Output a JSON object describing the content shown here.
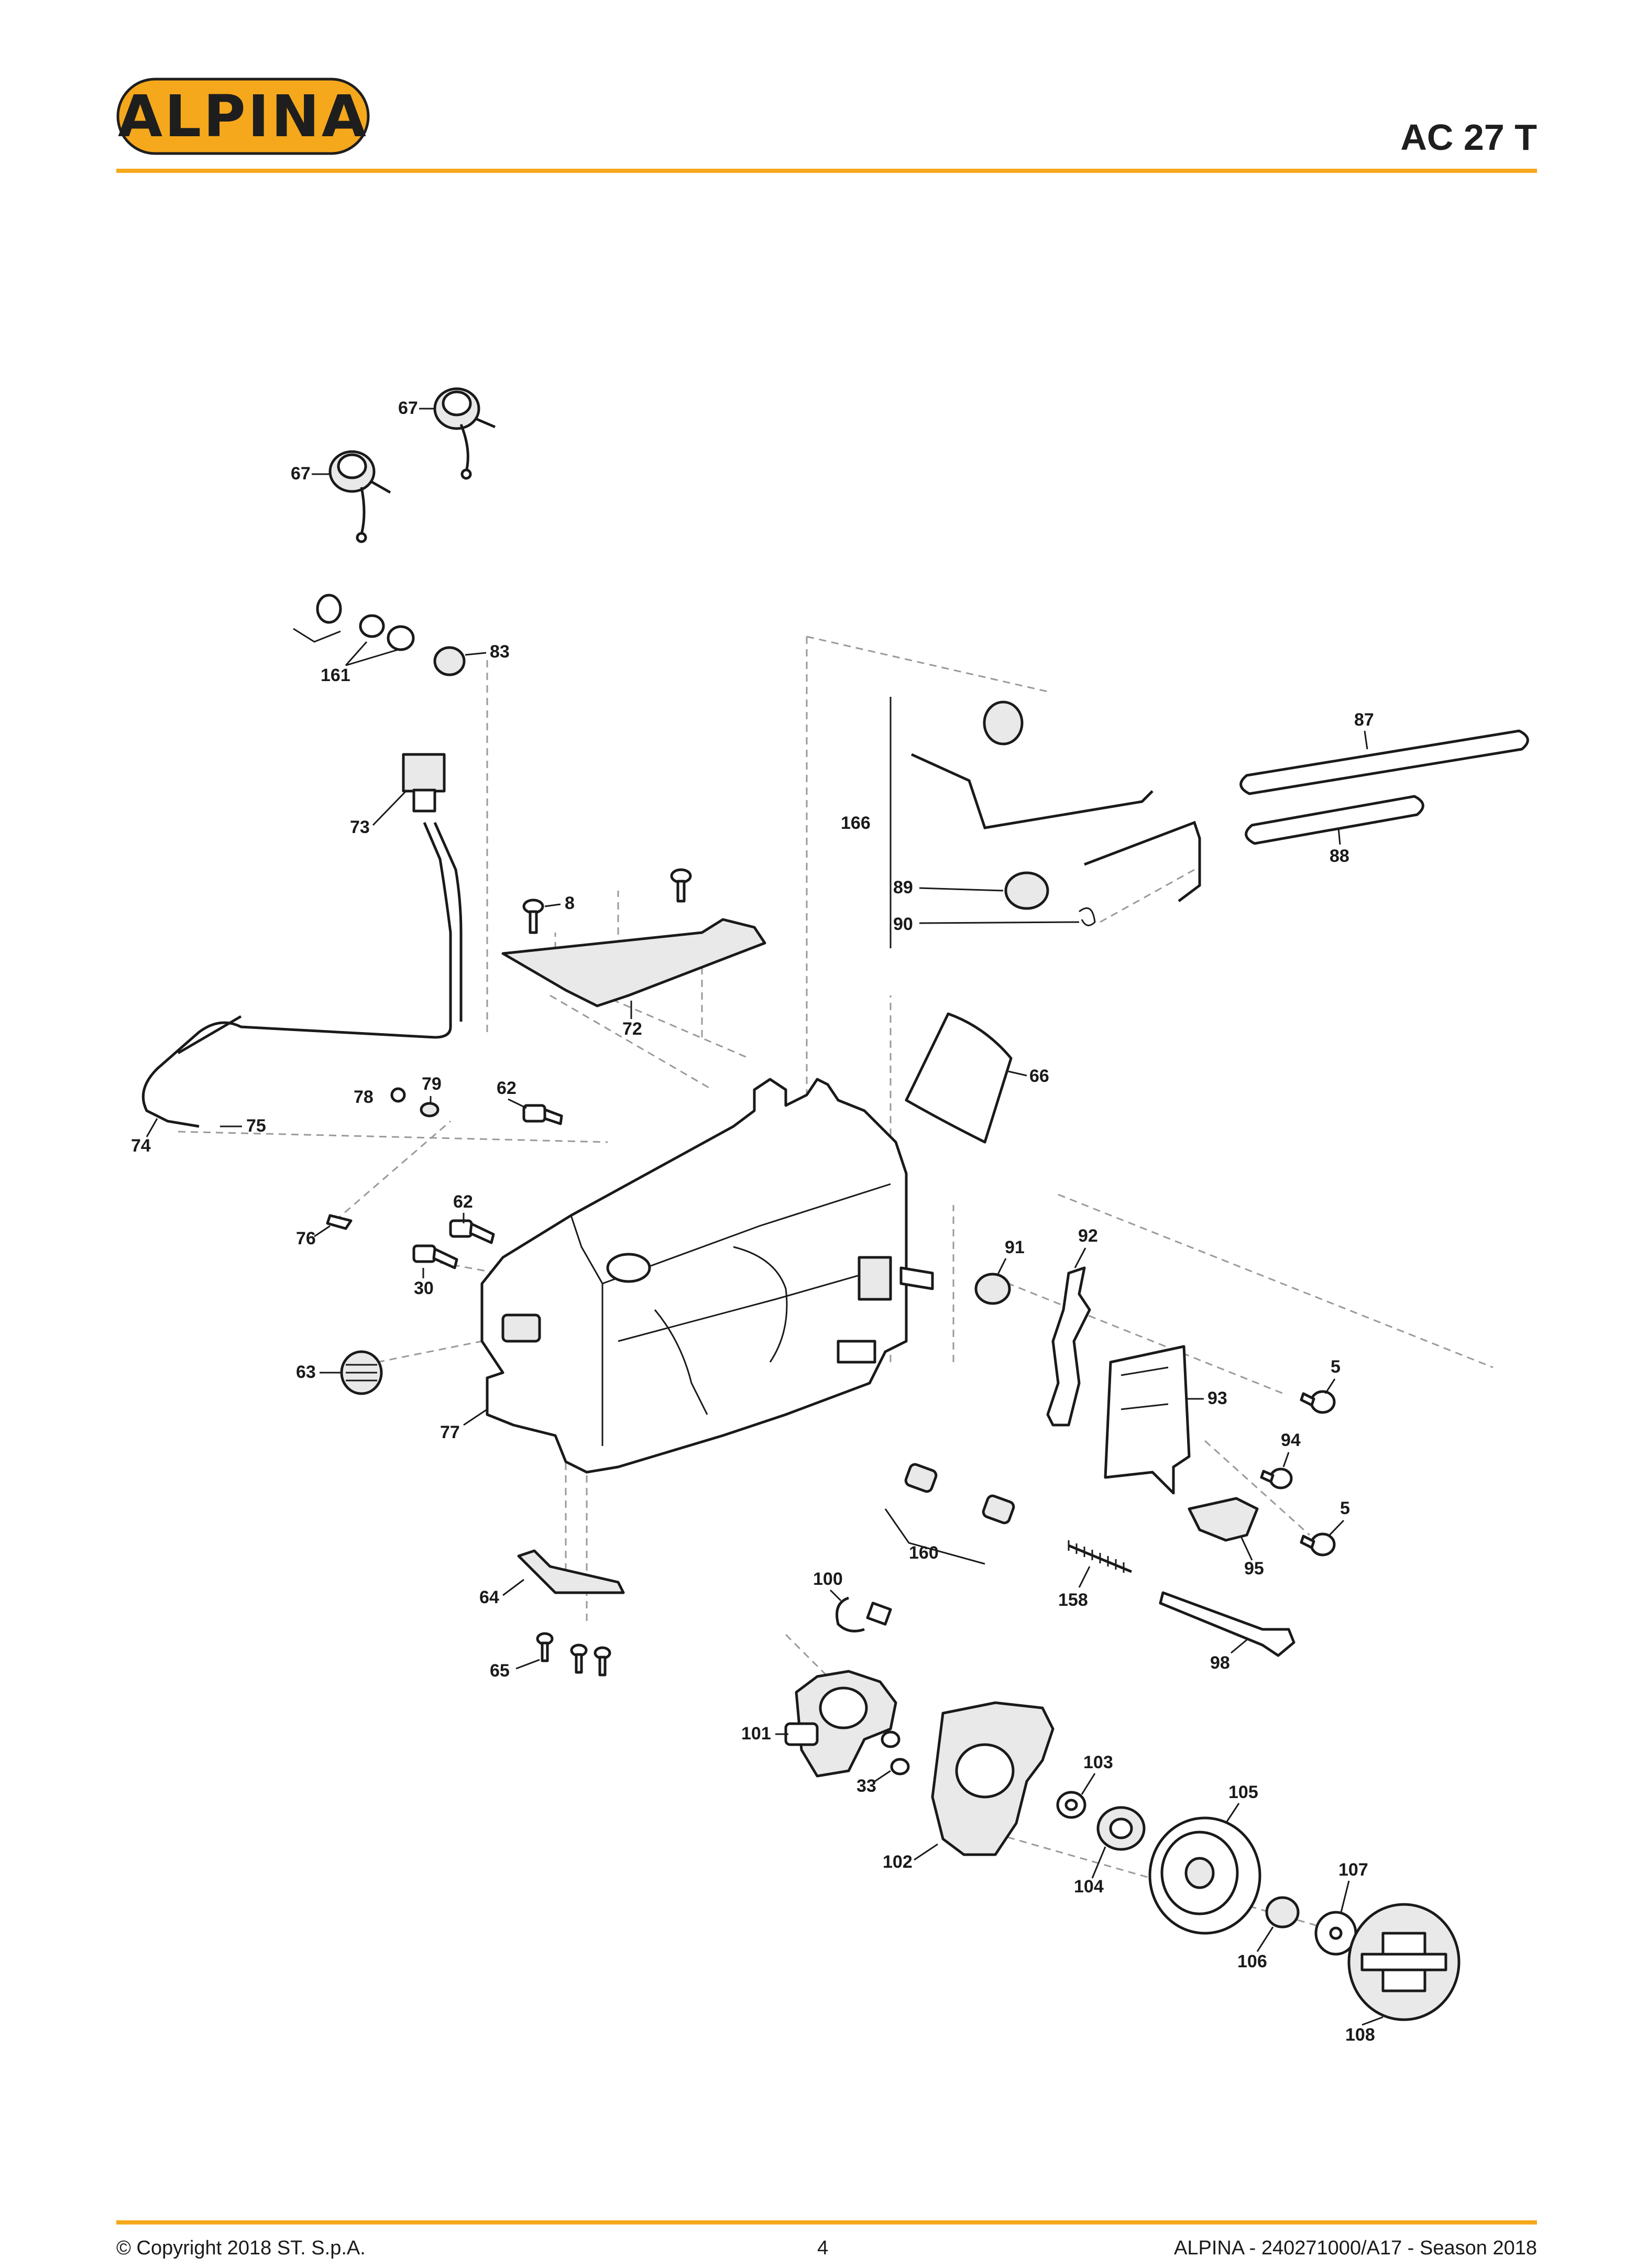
{
  "header": {
    "brand": "ALPINA",
    "model": "AC 27 T"
  },
  "colors": {
    "accent": "#f5a81c",
    "logo_bg": "#f5a81c",
    "logo_inner": "#1e1e1e",
    "line": "#1a1a1a"
  },
  "diagram": {
    "labels": {
      "l67a": "67",
      "l67b": "67",
      "l161": "161",
      "l83": "83",
      "l73": "73",
      "l8": "8",
      "l72": "72",
      "l166": "166",
      "l87": "87",
      "l88": "88",
      "l89": "89",
      "l90": "90",
      "l66": "66",
      "l78": "78",
      "l79": "79",
      "l62a": "62",
      "l74": "74",
      "l75": "75",
      "l76": "76",
      "l62b": "62",
      "l30": "30",
      "l91": "91",
      "l92": "92",
      "l63": "63",
      "l77": "77",
      "l93": "93",
      "l5a": "5",
      "l94": "94",
      "l5b": "5",
      "l160": "160",
      "l95": "95",
      "l64": "64",
      "l100": "100",
      "l158": "158",
      "l98": "98",
      "l65": "65",
      "l101": "101",
      "l103": "103",
      "l105": "105",
      "l33": "33",
      "l102": "102",
      "l104": "104",
      "l107": "107",
      "l106": "106",
      "l108": "108"
    }
  },
  "footer": {
    "copyright": "© Copyright 2018 ST. S.p.A.",
    "page_number": "4",
    "doc_ref": "ALPINA - 240271000/A17 - Season 2018"
  }
}
